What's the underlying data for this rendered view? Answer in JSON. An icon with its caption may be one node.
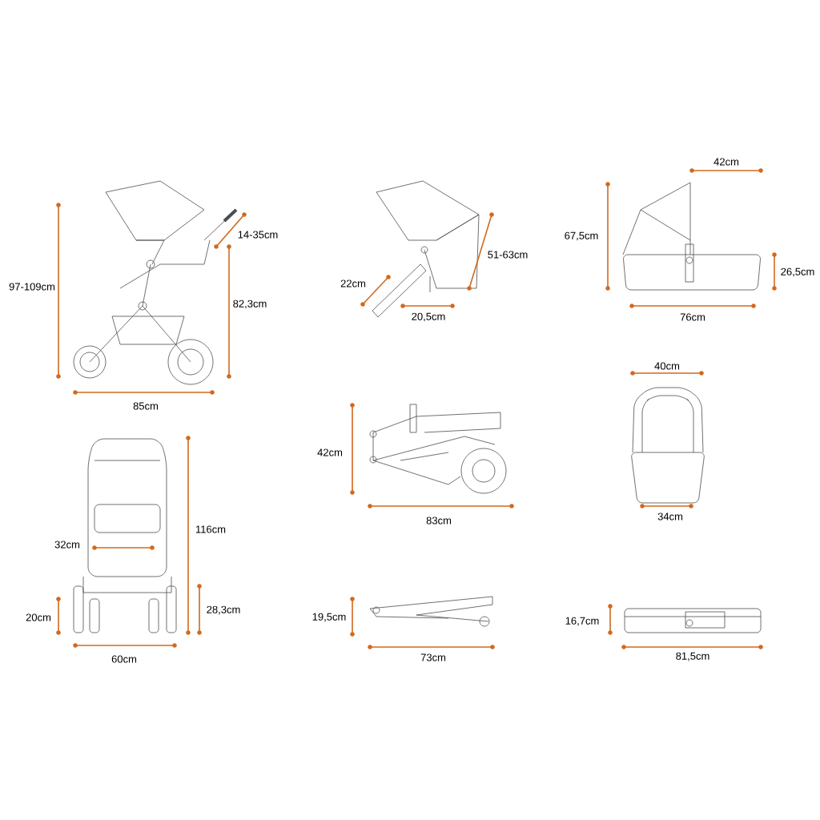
{
  "diagram": {
    "labels": [
      "97-109cm",
      "85cm",
      "14-35cm",
      "82,3cm",
      "22cm",
      "20,5cm",
      "51-63cm",
      "67,5cm",
      "42cm",
      "26,5cm",
      "76cm",
      "116cm",
      "32cm",
      "20cm",
      "28,3cm",
      "60cm",
      "42cm",
      "83cm",
      "40cm",
      "34cm",
      "19,5cm",
      "73cm",
      "16,7cm",
      "81,5cm"
    ]
  }
}
